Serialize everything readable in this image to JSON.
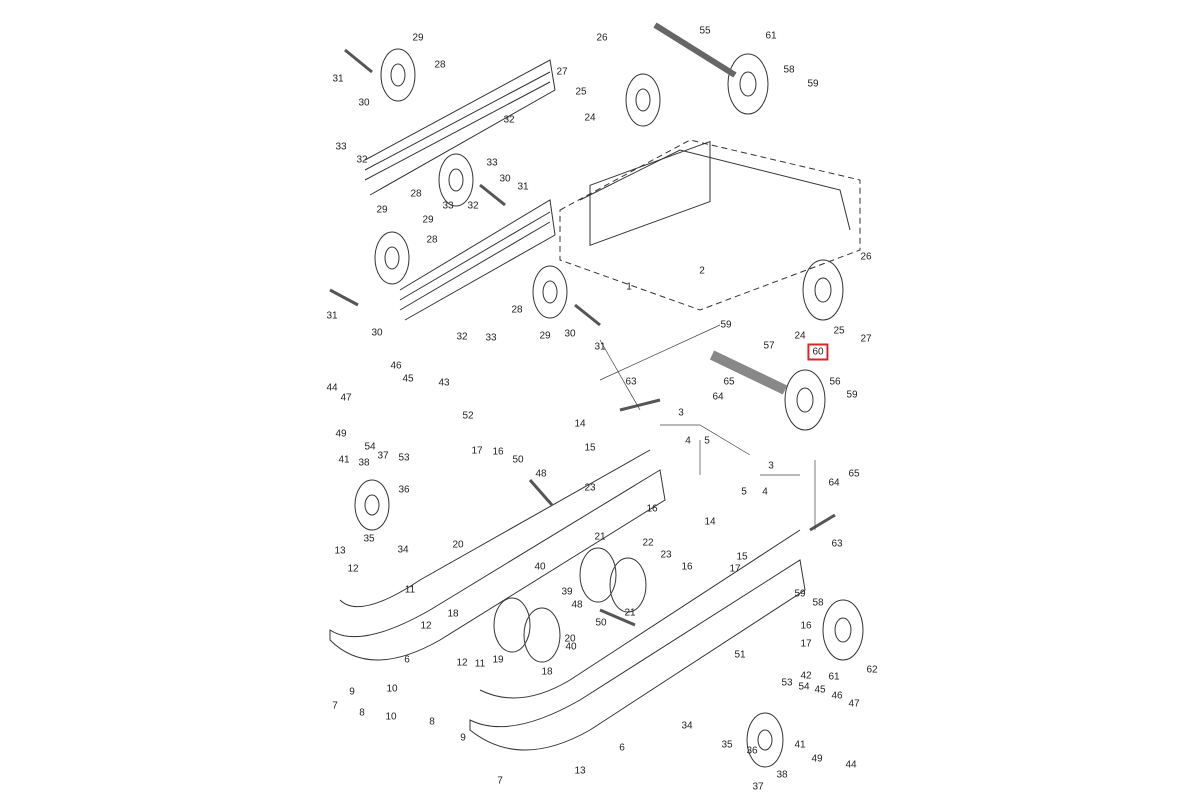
{
  "diagram": {
    "highlight_color": "#d9262b",
    "highlighted_part": "60",
    "part_labels": [
      "29",
      "31",
      "30",
      "28",
      "32",
      "33",
      "32",
      "33",
      "28",
      "30",
      "31",
      "29",
      "33",
      "32",
      "29",
      "28",
      "31",
      "30",
      "32",
      "33",
      "28",
      "29",
      "30",
      "31",
      "26",
      "55",
      "61",
      "27",
      "25",
      "58",
      "59",
      "24",
      "2",
      "1",
      "26",
      "24",
      "25",
      "27",
      "59",
      "57",
      "60",
      "44",
      "46",
      "45",
      "43",
      "47",
      "49",
      "54",
      "53",
      "52",
      "63",
      "65",
      "64",
      "56",
      "59",
      "14",
      "15",
      "3",
      "4",
      "5",
      "17",
      "16",
      "50",
      "48",
      "41",
      "38",
      "37",
      "36",
      "23",
      "16",
      "3",
      "5",
      "4",
      "65",
      "64",
      "35",
      "34",
      "20",
      "21",
      "22",
      "63",
      "13",
      "12",
      "11",
      "40",
      "23",
      "14",
      "15",
      "16",
      "17",
      "59",
      "58",
      "39",
      "48",
      "50",
      "18",
      "12",
      "21",
      "19",
      "20",
      "40",
      "16",
      "17",
      "18",
      "12",
      "11",
      "51",
      "42",
      "62",
      "61",
      "9",
      "10",
      "7",
      "8",
      "10",
      "53",
      "54",
      "45",
      "46",
      "47",
      "8",
      "9",
      "6",
      "6",
      "34",
      "35",
      "36",
      "37",
      "38",
      "49",
      "41",
      "44",
      "13",
      "7"
    ]
  }
}
